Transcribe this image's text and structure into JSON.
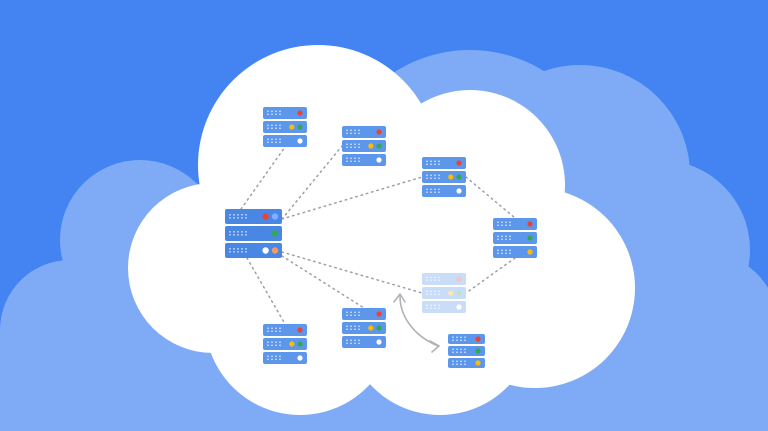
{
  "colors": {
    "background": "#4384F2",
    "back_cloud": "#7FABF6",
    "front_cloud": "#FFFFFF",
    "server_body": "#5D97EC",
    "server_body_main": "#4A87E5",
    "server_slot": "#D6E4FB",
    "connector": "#9AA0A6",
    "arrow": "#B0B4B9",
    "led_red": "#EA4335",
    "led_green": "#34A853",
    "led_yellow": "#FBBC05",
    "led_white": "#FFFFFF",
    "led_blue": "#7FB0FF",
    "led_orange": "#F59B5D"
  },
  "diagram": {
    "type": "network-topology",
    "icons": {
      "server": "server-rack-icon",
      "cloud": "cloud-icon",
      "migration": "curved-arrow-icon"
    },
    "hub": "server-main",
    "servers": [
      {
        "id": "server-main",
        "role": "primary",
        "state": "active",
        "units": 3
      },
      {
        "id": "server-top-left",
        "role": "node",
        "state": "active",
        "units": 3
      },
      {
        "id": "server-top-middle",
        "role": "node",
        "state": "active",
        "units": 3
      },
      {
        "id": "server-upper-right",
        "role": "node",
        "state": "active",
        "units": 3
      },
      {
        "id": "server-far-right",
        "role": "node",
        "state": "active",
        "units": 3
      },
      {
        "id": "server-faded",
        "role": "node",
        "state": "migrating-out",
        "units": 3
      },
      {
        "id": "server-migrated",
        "role": "node",
        "state": "migrated-in",
        "units": 3
      },
      {
        "id": "server-bottom-middle",
        "role": "node",
        "state": "active",
        "units": 3
      },
      {
        "id": "server-bottom-left",
        "role": "node",
        "state": "active",
        "units": 3
      }
    ],
    "connections": [
      [
        "server-main",
        "server-top-left"
      ],
      [
        "server-main",
        "server-top-middle"
      ],
      [
        "server-main",
        "server-upper-right"
      ],
      [
        "server-main",
        "server-faded"
      ],
      [
        "server-main",
        "server-bottom-middle"
      ],
      [
        "server-main",
        "server-bottom-left"
      ],
      [
        "server-upper-right",
        "server-far-right"
      ],
      [
        "server-far-right",
        "server-faded"
      ]
    ],
    "migration": {
      "from": "server-faded",
      "to": "server-migrated"
    }
  }
}
